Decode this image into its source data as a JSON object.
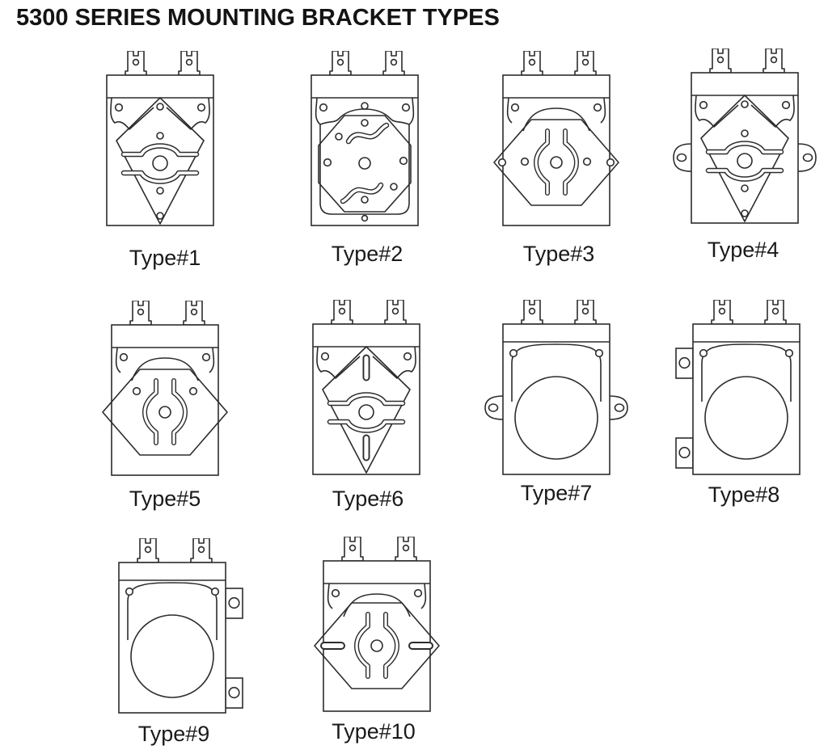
{
  "title": "5300 SERIES MOUNTING BRACKET TYPES",
  "colors": {
    "line": "#2c2c2c",
    "text": "#141414",
    "background": "#ffffff"
  },
  "figures": [
    {
      "label": "Type#1",
      "style": "diamond-plate"
    },
    {
      "label": "Type#2",
      "style": "octagon-plate"
    },
    {
      "label": "Type#3",
      "style": "hex-plate-ear-holes"
    },
    {
      "label": "Type#4",
      "style": "diamond-plate-side-tabs"
    },
    {
      "label": "Type#5",
      "style": "hex-plate-plain-ears"
    },
    {
      "label": "Type#6",
      "style": "diamond-plate-slotted"
    },
    {
      "label": "Type#7",
      "style": "round-gear-side-tabs"
    },
    {
      "label": "Type#8",
      "style": "round-gear-left-tabs"
    },
    {
      "label": "Type#9",
      "style": "round-gear-right-tabs"
    },
    {
      "label": "Type#10",
      "style": "hex-plate-ear-slots"
    }
  ]
}
